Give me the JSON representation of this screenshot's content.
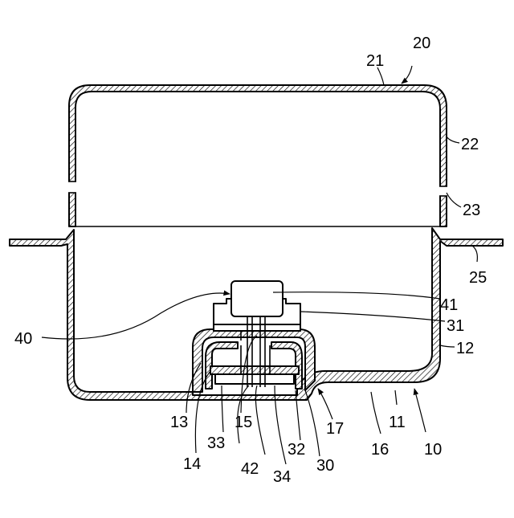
{
  "figure": {
    "labels": {
      "l20": "20",
      "l21": "21",
      "l22": "22",
      "l23": "23",
      "l25": "25",
      "l41": "41",
      "l31": "31",
      "l40": "40",
      "l12": "12",
      "l13": "13",
      "l14": "14",
      "l33": "33",
      "l15": "15",
      "l42": "42",
      "l34": "34",
      "l32": "32",
      "l30": "30",
      "l17": "17",
      "l16": "16",
      "l11": "11",
      "l10": "10"
    }
  }
}
